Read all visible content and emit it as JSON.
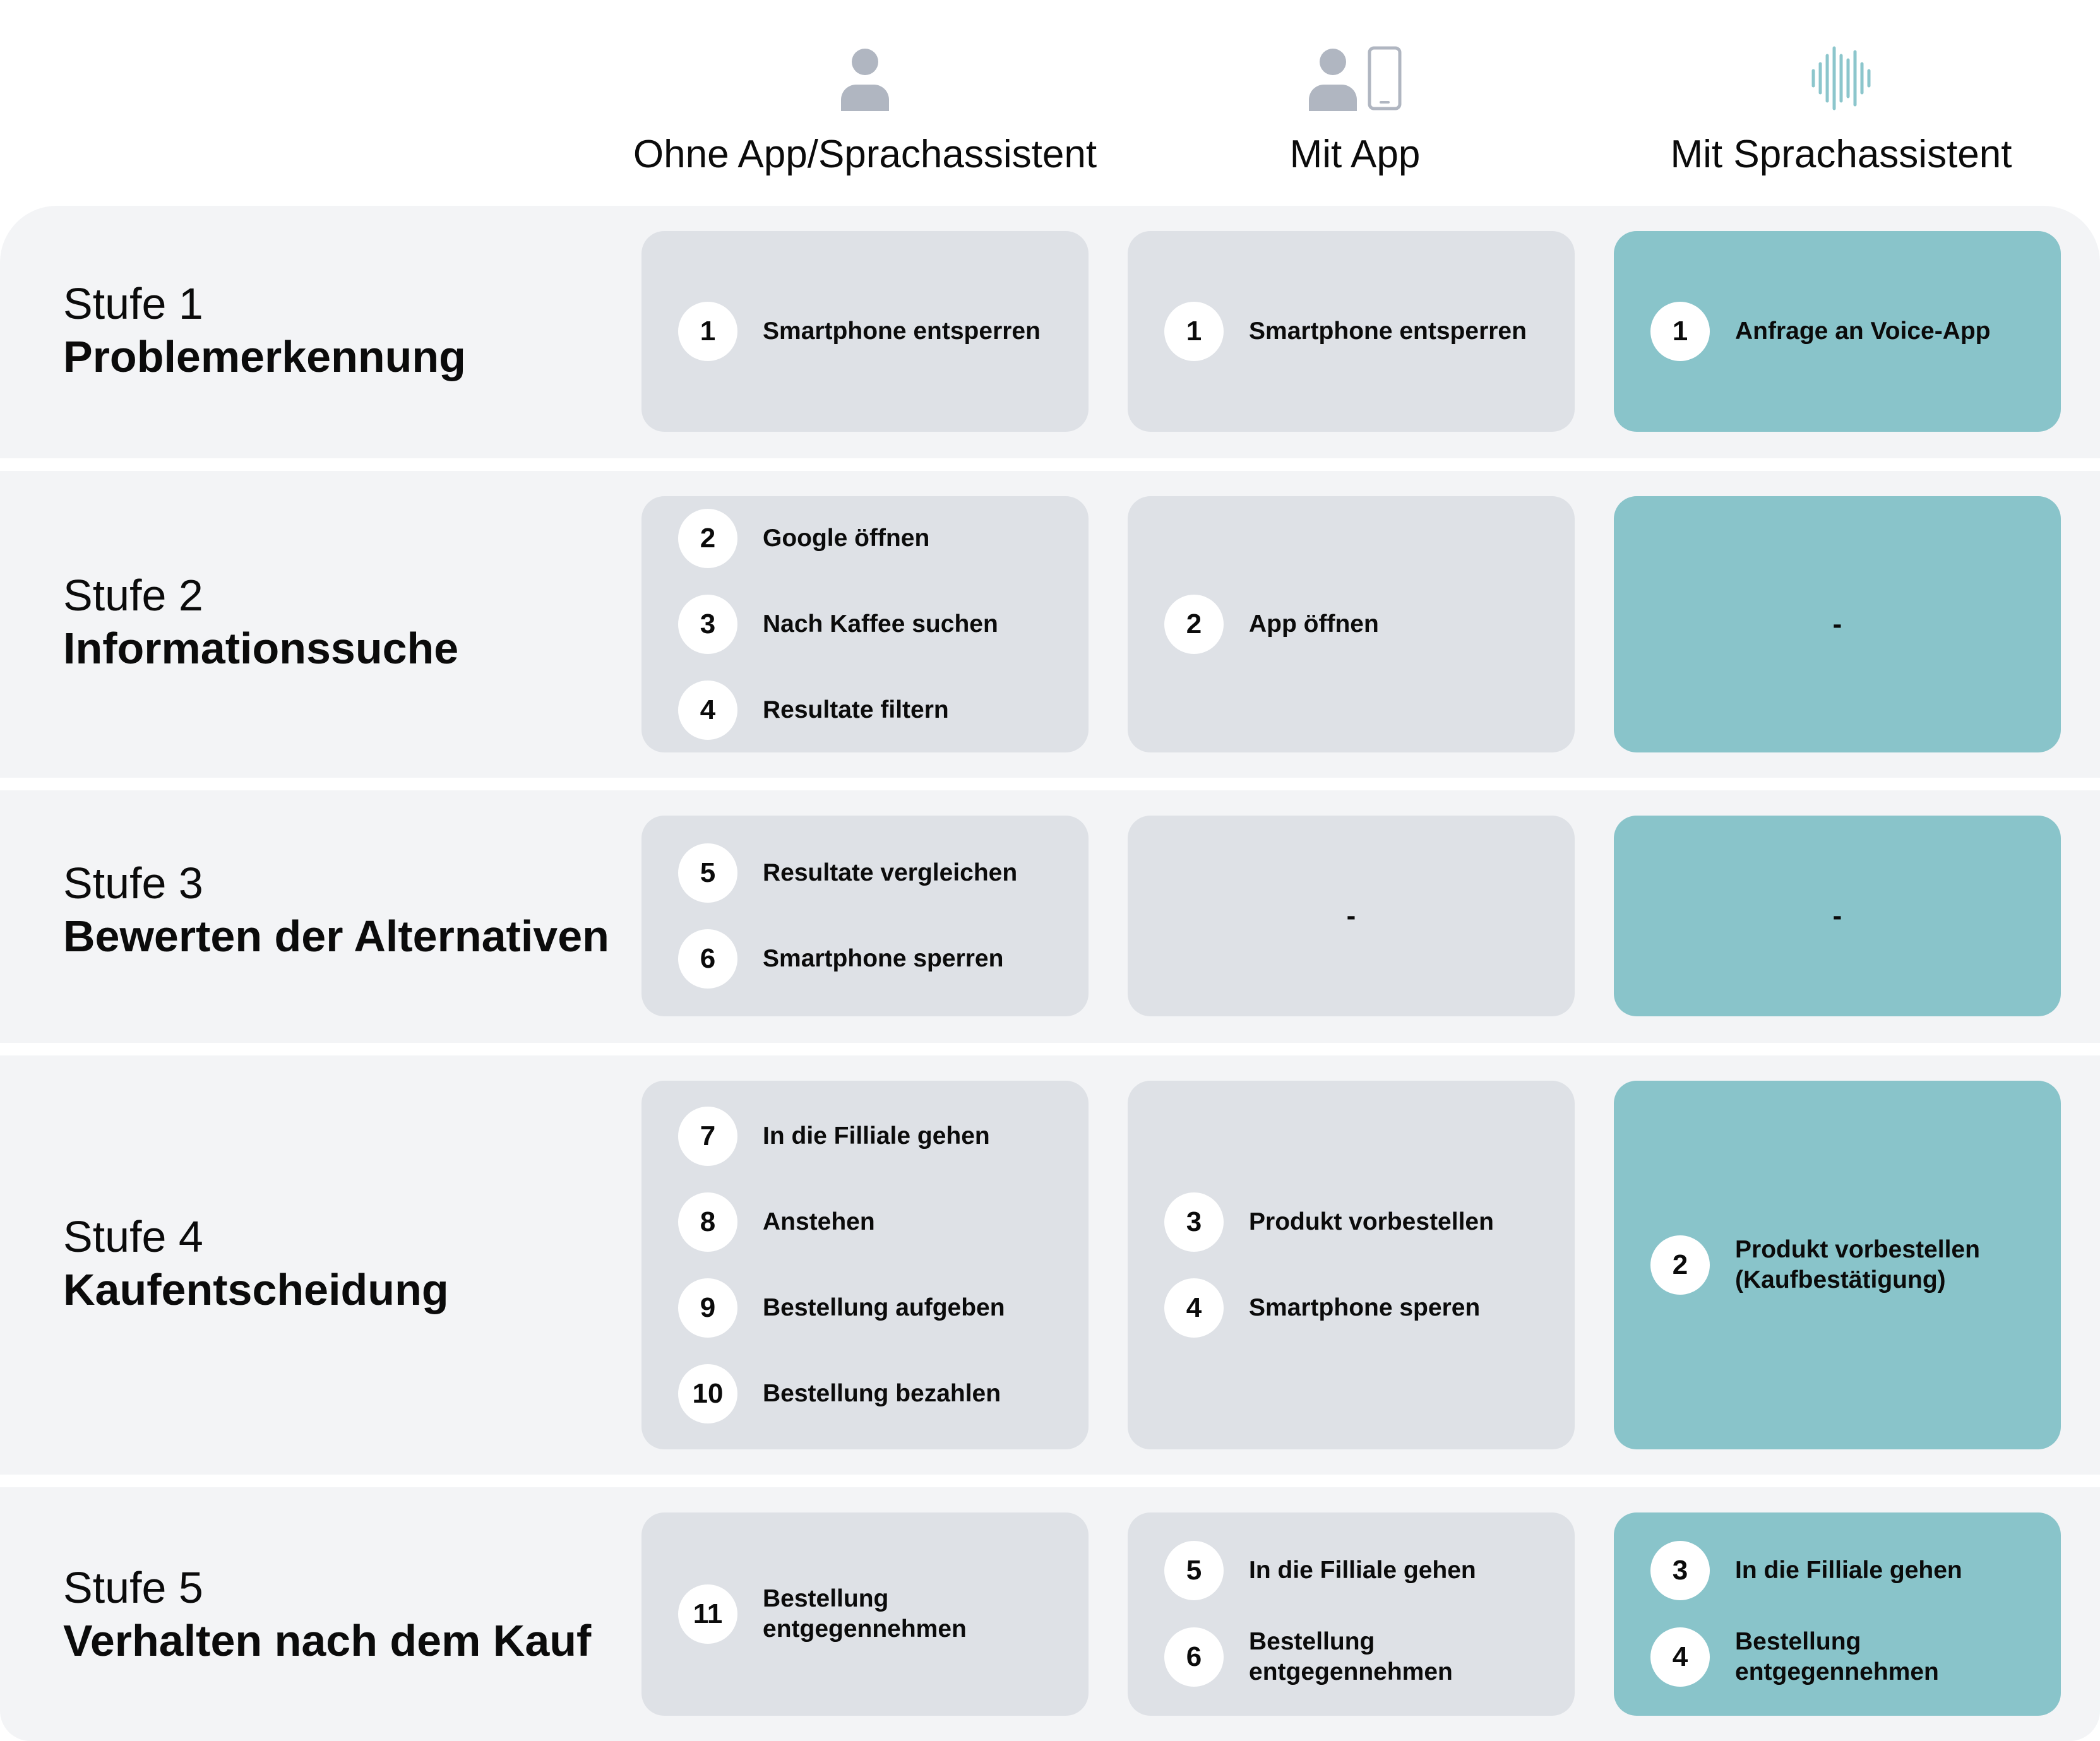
{
  "columns": [
    {
      "title": "Ohne App/Sprachassistent",
      "icon": "person-icon"
    },
    {
      "title": "Mit App",
      "icon": "person-smartphone-icon"
    },
    {
      "title": "Mit Sprachassistent",
      "icon": "voice-wave-icon"
    }
  ],
  "stages": [
    {
      "number": "Stufe 1",
      "name": "Problemerkennung",
      "cells": [
        [
          {
            "n": "1",
            "text": "Smartphone entsperren"
          }
        ],
        [
          {
            "n": "1",
            "text": "Smartphone entsperren"
          }
        ],
        [
          {
            "n": "1",
            "text": "Anfrage an Voice-App"
          }
        ]
      ]
    },
    {
      "number": "Stufe 2",
      "name": "Informationssuche",
      "cells": [
        [
          {
            "n": "2",
            "text": "Google öffnen"
          },
          {
            "n": "3",
            "text": "Nach Kaffee suchen"
          },
          {
            "n": "4",
            "text": "Resultate filtern"
          }
        ],
        [
          {
            "n": "2",
            "text": "App öffnen"
          }
        ],
        "-"
      ]
    },
    {
      "number": "Stufe 3",
      "name": "Bewerten der Alternativen",
      "cells": [
        [
          {
            "n": "5",
            "text": "Resultate vergleichen"
          },
          {
            "n": "6",
            "text": "Smartphone sperren"
          }
        ],
        "-",
        "-"
      ]
    },
    {
      "number": "Stufe 4",
      "name": "Kaufentscheidung",
      "cells": [
        [
          {
            "n": "7",
            "text": "In die Filliale gehen"
          },
          {
            "n": "8",
            "text": "Anstehen"
          },
          {
            "n": "9",
            "text": "Bestellung aufgeben"
          },
          {
            "n": "10",
            "text": "Bestellung bezahlen"
          }
        ],
        [
          {
            "n": "3",
            "text": "Produkt vorbestellen"
          },
          {
            "n": "4",
            "text": "Smartphone speren"
          }
        ],
        [
          {
            "n": "2",
            "text": "Produkt vorbestellen\n(Kaufbestätigung)"
          }
        ]
      ]
    },
    {
      "number": "Stufe 5",
      "name": "Verhalten nach dem Kauf",
      "cells": [
        [
          {
            "n": "11",
            "text": "Bestellung\nentgegennehmen"
          }
        ],
        [
          {
            "n": "5",
            "text": "In die Filliale gehen"
          },
          {
            "n": "6",
            "text": "Bestellung\nentgegennehmen"
          }
        ],
        [
          {
            "n": "3",
            "text": "In die Filliale gehen"
          },
          {
            "n": "4",
            "text": "Bestellung\nentgegennehmen"
          }
        ]
      ]
    }
  ],
  "colors": {
    "band": "#f3f4f6",
    "grey_cell": "#dee1e6",
    "teal_cell": "#89c4ca",
    "icon_grey": "#b0b6c1",
    "icon_teal": "#8cc6cc"
  }
}
